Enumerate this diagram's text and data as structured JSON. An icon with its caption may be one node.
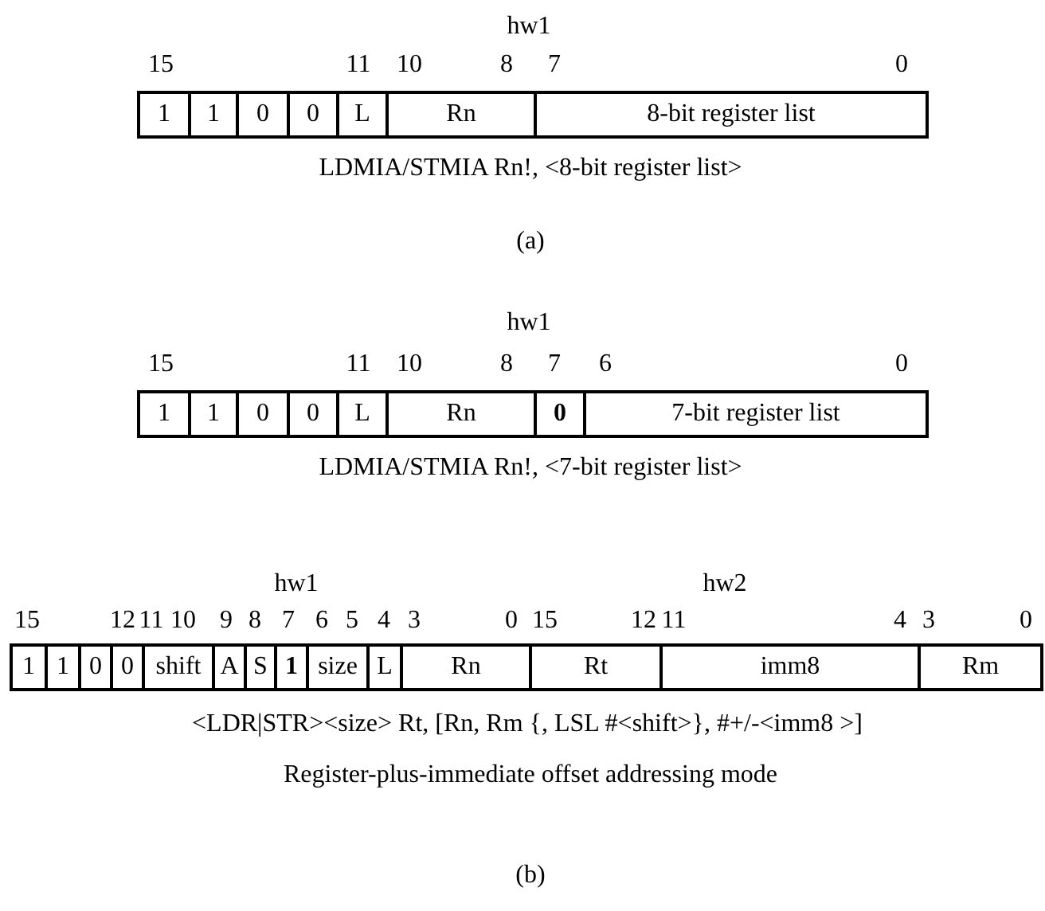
{
  "diagram": {
    "nodes": [
      {
        "text": [
          "1"
        ]
      },
      {
        "text": [
          "1"
        ]
      },
      {
        "text": [
          "0"
        ]
      },
      {
        "text": [
          "0"
        ]
      },
      {
        "text": [
          "L"
        ]
      },
      {
        "text": [
          "Rn"
        ]
      },
      {
        "text": [
          "8-bit register list"
        ]
      },
      {
        "text": [
          "1"
        ]
      },
      {
        "text": [
          "1"
        ]
      },
      {
        "text": [
          "0"
        ]
      },
      {
        "text": [
          "0"
        ]
      },
      {
        "text": [
          "L"
        ]
      },
      {
        "text": [
          "Rn"
        ]
      },
      {
        "text": [
          "0"
        ]
      },
      {
        "text": [
          "7-bit register list"
        ]
      },
      {
        "text": [
          "1"
        ]
      },
      {
        "text": [
          "1"
        ]
      },
      {
        "text": [
          "0"
        ]
      },
      {
        "text": [
          "0"
        ]
      },
      {
        "text": [
          "shift"
        ]
      },
      {
        "text": [
          "A"
        ]
      },
      {
        "text": [
          "S"
        ]
      },
      {
        "text": [
          "1"
        ]
      },
      {
        "text": [
          "size"
        ]
      },
      {
        "text": [
          "L"
        ]
      },
      {
        "text": [
          "Rn"
        ]
      },
      {
        "text": [
          "Rt"
        ]
      },
      {
        "text": [
          "imm8"
        ]
      },
      {
        "text": [
          "Rm"
        ]
      }
    ],
    "edges": [],
    "labels": [
      "hw1",
      "15",
      "11",
      "10",
      "8",
      "7",
      "0",
      "LDMIA/STMIA Rn!, <8-bit register list>",
      "(a)",
      "hw1",
      "15",
      "11",
      "10",
      "8",
      "7",
      "6",
      "0",
      "LDMIA/STMIA Rn!, <7-bit register list>",
      "hw1",
      "hw2",
      "15",
      "12",
      "11",
      "10",
      "9",
      "8",
      "7",
      "6",
      "5",
      "4",
      "3",
      "0",
      "15",
      "12",
      "11",
      "4",
      "3",
      "0",
      "<LDR|STR><size> Rt, [Rn, Rm {, LSL #<shift>}, #+/-<imm8 >]",
      "Register-plus-immediate offset addressing mode",
      "(b)"
    ]
  }
}
